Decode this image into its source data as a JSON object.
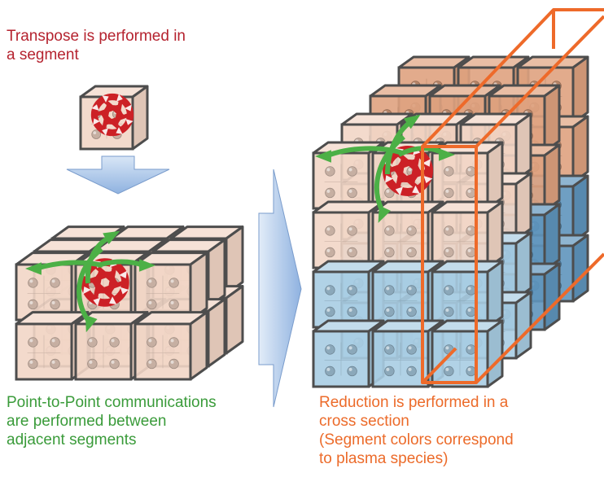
{
  "labels": {
    "transpose": "Transpose is performed in\na segment",
    "p2p": "Point-to-Point communications\nare performed between\nadjacent segments",
    "reduction": "Reduction is performed in a\ncross section\n(Segment colors correspond\nto plasma species)"
  },
  "colors": {
    "transpose_text": "#b5232f",
    "p2p_text": "#3a9b3a",
    "reduction_text": "#ec6b2a",
    "segment_peach": "#f2d6c6",
    "segment_orange": "#dfa27f",
    "segment_blue": "#a9cde3",
    "segment_dark_blue": "#5f95bd",
    "arrow_blue": "#a8c6ea",
    "p2p_arrow": "#4cb046",
    "transpose_arrow": "#cc2126",
    "cross_section_frame": "#ee6a2a"
  }
}
